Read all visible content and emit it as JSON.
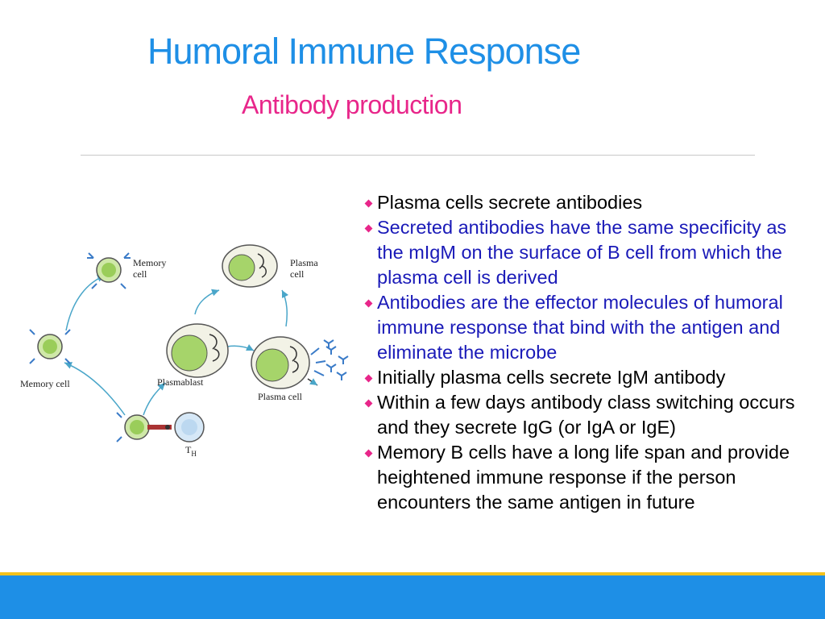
{
  "slide": {
    "title": "Humoral Immune Response",
    "subtitle": "Antibody production",
    "colors": {
      "title": "#1e8fe6",
      "subtitle": "#e8268a",
      "bullet_marker": "#e8268a",
      "text_black": "#000000",
      "text_blue": "#1a1ab8",
      "footer_bar": "#1e8fe6",
      "footer_stripe": "#f4c21c"
    }
  },
  "bullets": [
    {
      "text": "Plasma cells secrete antibodies",
      "color": "#000000"
    },
    {
      "text": "Secreted antibodies have the same specificity as the mIgM on the surface of B cell from which the plasma cell is derived",
      "color": "#1a1ab8"
    },
    {
      "text": "Antibodies are the effector molecules of humoral immune response that bind with the antigen and eliminate the microbe",
      "color": "#1a1ab8"
    },
    {
      "text": "Initially plasma cells secrete IgM antibody",
      "color": "#000000"
    },
    {
      "text": "Within a few days antibody class switching occurs and they secrete IgG (or IgA or IgE)",
      "color": "#000000"
    },
    {
      "text": "Memory B cells have a long life span and provide heightened immune response if the person encounters the same antigen in future",
      "color": "#000000"
    }
  ],
  "diagram": {
    "labels": {
      "memory_cell_top": [
        "Memory",
        "cell"
      ],
      "plasma_cell_top": [
        "Plasma",
        "cell"
      ],
      "memory_cell_left": "Memory cell",
      "plasmablast": "Plasmablast",
      "plasma_cell_bottom": "Plasma cell",
      "th_main": "T",
      "th_sub": "H"
    }
  }
}
